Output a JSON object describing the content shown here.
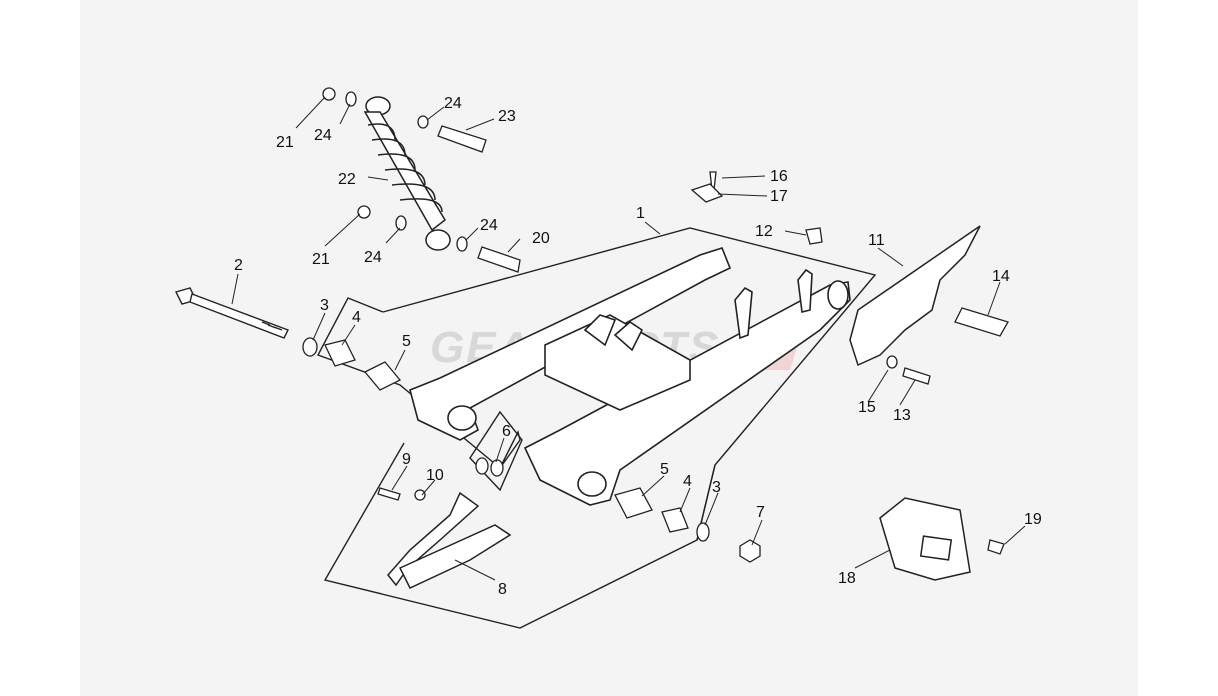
{
  "diagram": {
    "callouts": {
      "p1": "1",
      "p2": "2",
      "p3a": "3",
      "p3b": "3",
      "p4a": "4",
      "p4b": "4",
      "p5a": "5",
      "p5b": "5",
      "p6": "6",
      "p7": "7",
      "p8": "8",
      "p9": "9",
      "p10": "10",
      "p11": "11",
      "p12": "12",
      "p13": "13",
      "p14": "14",
      "p15": "15",
      "p16": "16",
      "p17": "17",
      "p18": "18",
      "p19": "19",
      "p20": "20",
      "p21a": "21",
      "p21b": "21",
      "p22": "22",
      "p23": "23",
      "p24a": "24",
      "p24b": "24",
      "p24c": "24",
      "p24d": "24"
    },
    "watermark": "GEARPARTS"
  },
  "colors": {
    "line": "#222222",
    "paper": "#f4f4f4",
    "watermark": "#d8d8d8",
    "watermark_accent": "#e8a0a0"
  }
}
